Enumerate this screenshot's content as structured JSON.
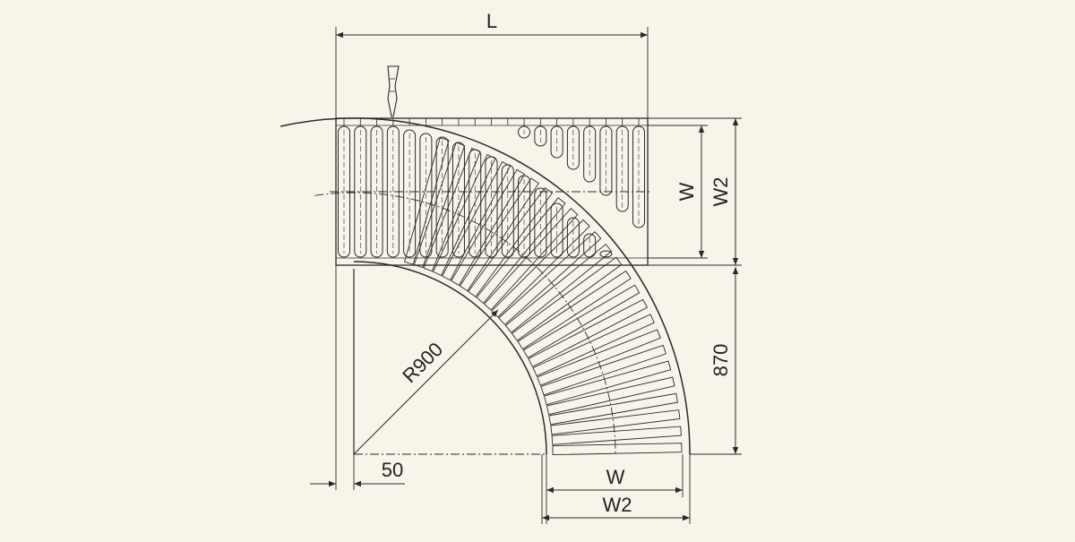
{
  "labels": {
    "length": "L",
    "width_top": "W",
    "width2_top": "W2",
    "radius": "R900",
    "curve_height": "870",
    "offset": "50",
    "width_bottom": "W",
    "width2_bottom": "W2"
  },
  "colors": {
    "background": "#f7f4ea",
    "line": "#2a2a2a"
  }
}
